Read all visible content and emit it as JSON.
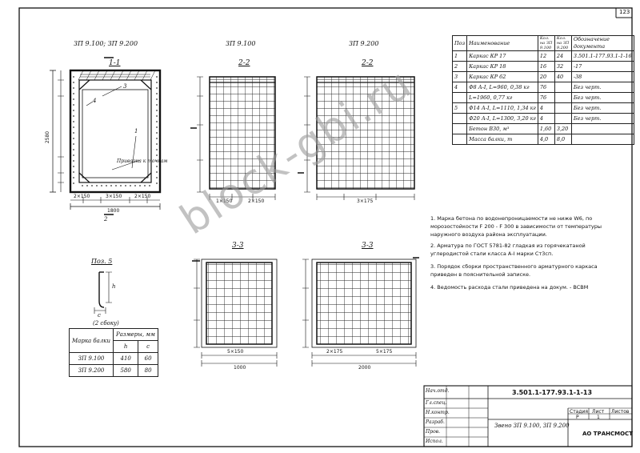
{
  "page_number": "123",
  "drawing_titles": {
    "left": "ЗП 9.100; ЗП 9.200",
    "middle": "ЗП 9.100",
    "right": "ЗП 9.200"
  },
  "section_labels": {
    "s11": "1-1",
    "s22a": "2-2",
    "s22b": "2-2",
    "s33a": "3-3",
    "s33b": "3-3"
  },
  "dimensions": {
    "s11_width": "1800",
    "s11_height": "2580",
    "s11_bottom_a": "2×150",
    "s11_bottom_b": "3×150",
    "s11_bottom_c": "2×150",
    "s22a_bottom": "1×150",
    "s22a_bottom2": "2×150",
    "s22b_bottom": "3×175",
    "s33a_bottom": "5×150",
    "s33a_total": "1000",
    "s33b_bottom": "2×175",
    "s33b_bottom2": "5×175",
    "s33b_total": "2000"
  },
  "callouts": {
    "c1": "1",
    "c2": "2",
    "c3": "3",
    "c4": "4",
    "tie": "Привязка к точкам"
  },
  "detail": {
    "title": "Поз. 5",
    "h": "h",
    "c": "с",
    "note": "(2 сбоку)"
  },
  "brand_table": {
    "headers": [
      "Марка балки",
      "Размеры, мм"
    ],
    "subheaders": [
      "h",
      "c"
    ],
    "rows": [
      [
        "ЗП 9.100",
        "410",
        "60"
      ],
      [
        "ЗП 9.200",
        "580",
        "80"
      ]
    ]
  },
  "spec_table": {
    "headers": [
      "Поз",
      "Наименование",
      "Кол. на ЗП 9.100",
      "Кол. на ЗП 9.200",
      "Обозначение документа"
    ],
    "rows": [
      [
        "1",
        "Каркас КР 17",
        "12",
        "24",
        "3.501.1-177.93.1-1-16"
      ],
      [
        "2",
        "Каркас КР 18",
        "16",
        "32",
        "-17"
      ],
      [
        "3",
        "Каркас КР 62",
        "20",
        "40",
        "-38"
      ],
      [
        "4",
        "Ф8 А-I, L=960, 0,38 кг",
        "76",
        "",
        "Без черт."
      ],
      [
        "",
        "L=1960, 0,77 кг",
        "76",
        "",
        "Без черт."
      ],
      [
        "5",
        "Ф14 А-I, L=1110, 1,34 кг",
        "4",
        "",
        "Без черт."
      ],
      [
        "",
        "Ф20 А-I, L=1300, 3,20 кг",
        "4",
        "",
        "Без черт."
      ],
      [
        "",
        "Бетон В30, м³",
        "1,60",
        "3,20",
        ""
      ],
      [
        "",
        "Масса балки, т",
        "4,0",
        "8,0",
        ""
      ]
    ]
  },
  "notes": [
    "1. Марка бетона по водонепроницаемости не ниже W6, по морозостойкости F 200 - F 300 в зависимости от температуры наружного воздуха района эксплуатации.",
    "2. Арматура по ГОСТ 5781-82 гладкая из горячекатаной углеродистой стали класса А-I марки Ст3сп.",
    "3. Порядок сборки пространственного арматурного каркаса приведен в пояснительной записке.",
    "4. Ведомость расхода стали приведена на докум. -  BCBM"
  ],
  "watermark": "block-gbi.ru",
  "title_block": {
    "code": "3.501.1-177.93.1-1-13",
    "name": "Звено ЗП 9.100, ЗП 9.200",
    "stage_label": "Стадия",
    "sheet_label": "Лист",
    "sheets_label": "Листов",
    "stage": "Р",
    "sheet": "1",
    "org": "АО ТРАНСМОСТ",
    "rows": [
      "Нач.отд.",
      "Гл.спец.",
      "Н.контр.",
      "Разраб.",
      "Пров.",
      "Испол."
    ]
  }
}
